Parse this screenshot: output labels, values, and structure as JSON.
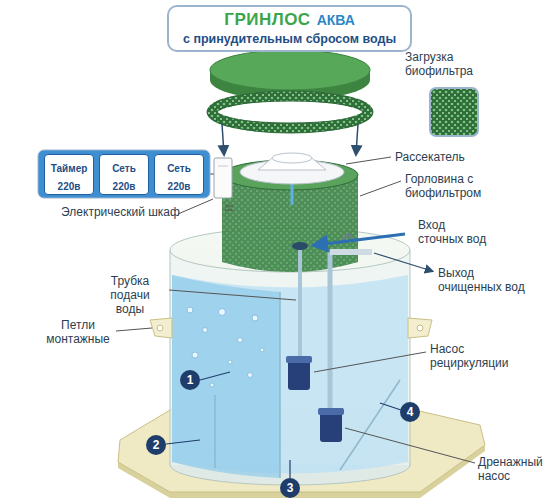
{
  "diagram": {
    "nodes": [
      {
        "text": [
          "ГРИНЛОС",
          "АКВА",
          "с принудительным сбросом воды"
        ]
      },
      {
        "text": [
          "Таймер 220в"
        ]
      },
      {
        "text": [
          "Сеть 220в"
        ]
      },
      {
        "text": [
          "Сеть 220в"
        ]
      }
    ],
    "labels": [
      "Загрузка биофильтра",
      "Рассекатель",
      "Горловина с биофильтром",
      "Вход сточных вод",
      "Выход очищенных вод",
      "Электрический шкаф",
      "Трубка подачи воды",
      "Петли монтажные",
      "Насос рециркуляции",
      "Дренажный насос",
      "1",
      "2",
      "3",
      "4"
    ]
  }
}
